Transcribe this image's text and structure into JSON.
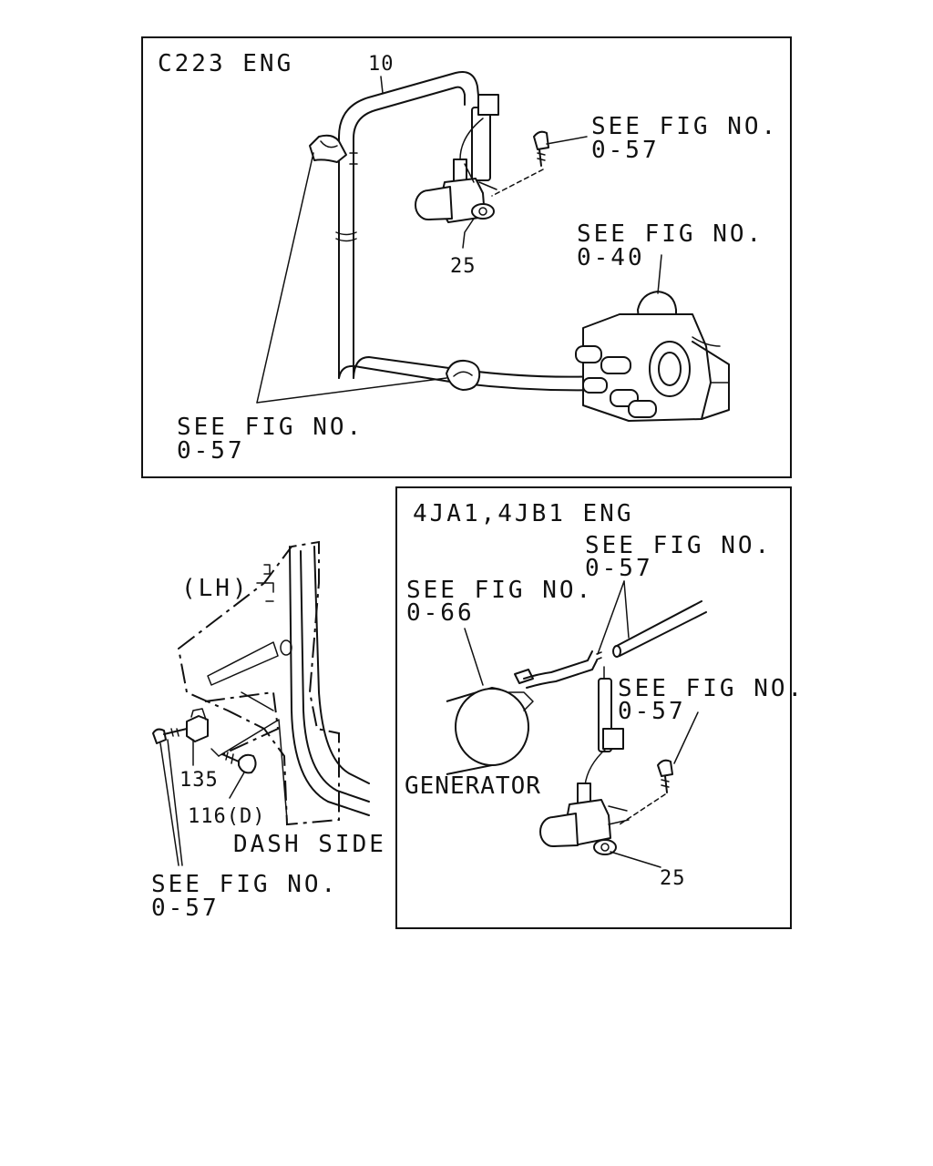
{
  "panel_top": {
    "engine_label": "C223 ENG",
    "callout_hose": "10",
    "callout_valve": "25",
    "ref_bolt": [
      "SEE FIG NO.",
      "0-57"
    ],
    "ref_pump": [
      "SEE FIG NO.",
      "0-40"
    ],
    "ref_clips": [
      "SEE FIG NO.",
      "0-57"
    ]
  },
  "panel_left": {
    "side_label": "(LH)",
    "callout_bracket": "135",
    "callout_bolt": "116(D)",
    "area_label": "DASH SIDE",
    "ref_bolt": [
      "SEE FIG NO.",
      "0-57"
    ]
  },
  "panel_right": {
    "engine_label": "4JA1,4JB1 ENG",
    "ref_pipe": [
      "SEE FIG NO.",
      "0-57"
    ],
    "ref_generator_hose": [
      "SEE FIG NO.",
      "0-66"
    ],
    "generator_label": "GENERATOR",
    "ref_bolt": [
      "SEE FIG NO.",
      "0-57"
    ],
    "callout_valve": "25"
  }
}
